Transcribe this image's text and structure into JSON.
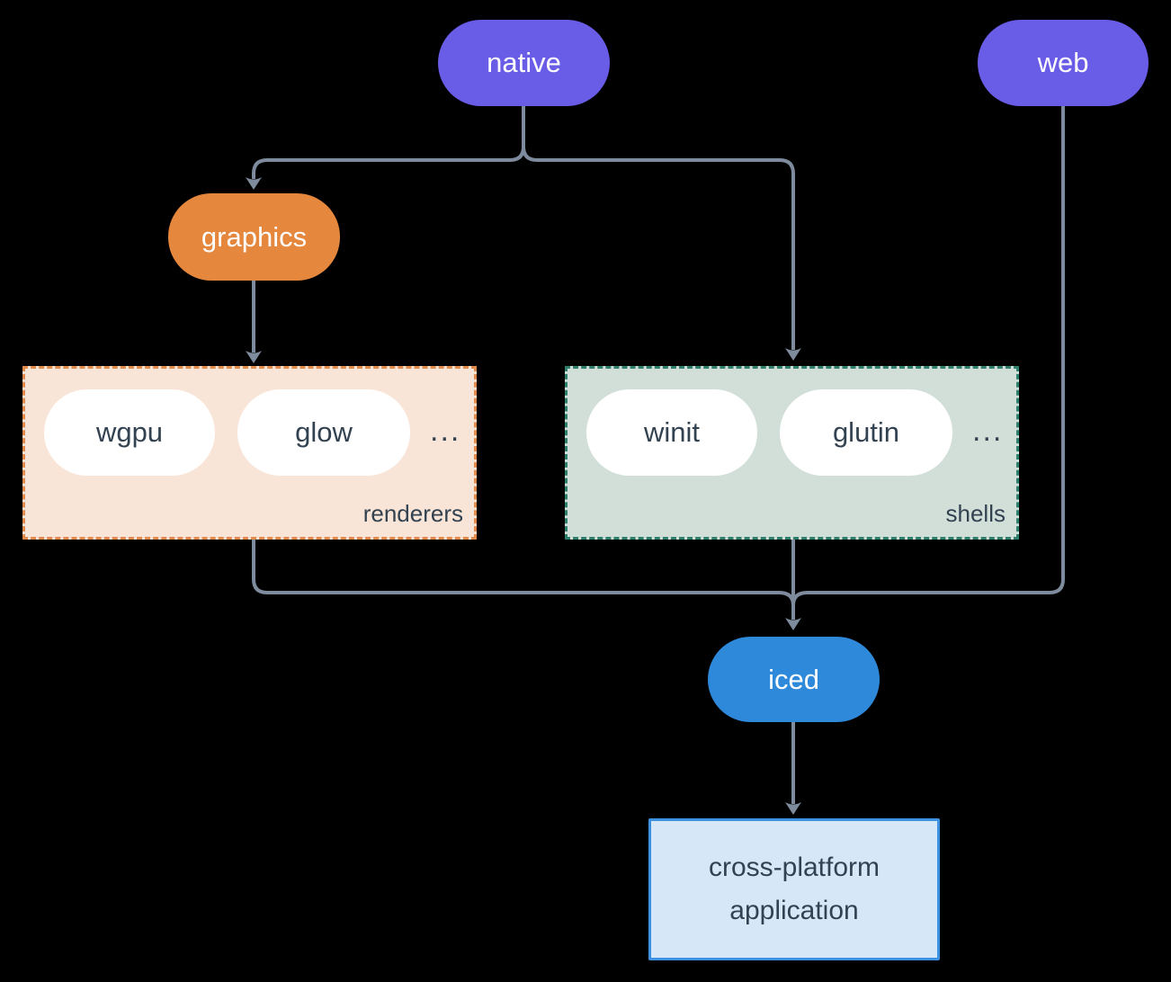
{
  "nodes": {
    "native": {
      "label": "native",
      "color": "#695CE6"
    },
    "web": {
      "label": "web",
      "color": "#695CE6"
    },
    "graphics": {
      "label": "graphics",
      "color": "#E5873D"
    },
    "iced": {
      "label": "iced",
      "color": "#2E89DB"
    },
    "app": {
      "label": "cross-platform application",
      "fill": "#D6E8F8",
      "border": "#3D91E0"
    }
  },
  "groups": {
    "renderers": {
      "label": "renderers",
      "items": [
        "wgpu",
        "glow"
      ],
      "ellipsis": "...",
      "fill": "#F9E5D7",
      "border": "#E28B4D"
    },
    "shells": {
      "label": "shells",
      "items": [
        "winit",
        "glutin"
      ],
      "ellipsis": "...",
      "fill": "#D2DFD9",
      "border": "#2E7F6B"
    }
  },
  "edges": [
    {
      "from": "native",
      "to": "graphics"
    },
    {
      "from": "native",
      "to": "shells"
    },
    {
      "from": "graphics",
      "to": "renderers"
    },
    {
      "from": "renderers",
      "to": "iced"
    },
    {
      "from": "shells",
      "to": "iced"
    },
    {
      "from": "web",
      "to": "iced"
    },
    {
      "from": "iced",
      "to": "app"
    }
  ],
  "colors": {
    "background": "#000000",
    "connector": "#7D8B9C",
    "item_text": "#324251",
    "node_text": "#FFFFFF"
  }
}
